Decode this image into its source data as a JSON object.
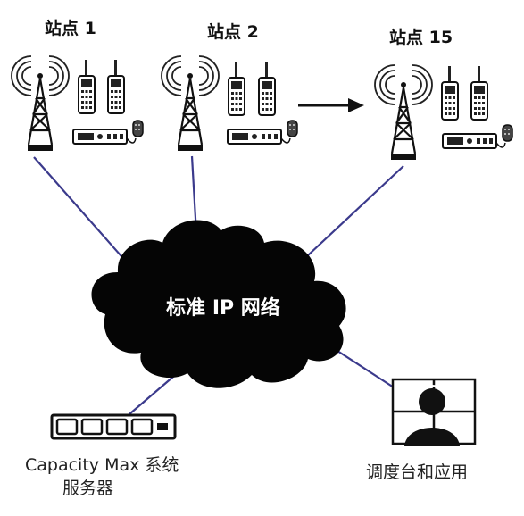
{
  "sites": [
    {
      "label": "站点 1"
    },
    {
      "label": "站点 2"
    },
    {
      "label": "站点 15"
    }
  ],
  "network": {
    "label": "标准 IP 网络"
  },
  "server": {
    "label_line1": "Capacity Max 系统",
    "label_line2": "服务器"
  },
  "dispatch": {
    "label": "调度台和应用"
  },
  "colors": {
    "link": "#3b3a8c",
    "cloud": "#050505",
    "ink": "#111111"
  },
  "icons": [
    "radio-tower-icon",
    "handheld-radio-icon",
    "mobile-radio-icon",
    "microphone-icon",
    "arrow-right-icon",
    "server-icon",
    "dispatcher-console-icon"
  ]
}
